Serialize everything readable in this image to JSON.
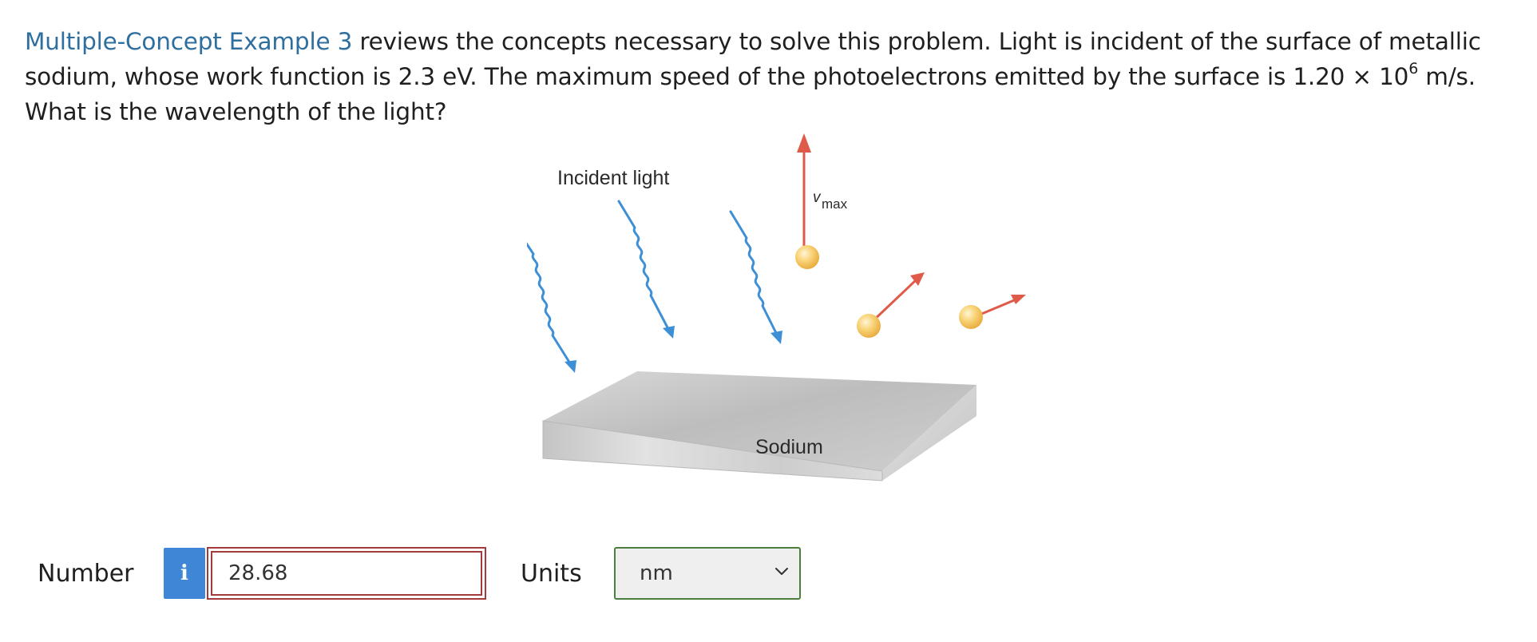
{
  "question": {
    "link_text": "Multiple-Concept Example 3",
    "text_part1": " reviews the concepts necessary to solve this problem. Light is incident of the surface of metallic sodium, whose work function is 2.3 eV. The maximum speed of the photoelectrons emitted by the surface is 1.20 × 10",
    "exponent": "6",
    "text_part2": " m/s. What is the wavelength of the light?"
  },
  "figure": {
    "incident_label": "Incident light",
    "vmax_label_v": "v",
    "vmax_label_sub": "max",
    "surface_label": "Sodium",
    "colors": {
      "light_wave": "#3d8fd6",
      "velocity_arrow": "#e05a4a",
      "electron": "#f7c85a",
      "slab_top": "#c9c9c9",
      "slab_side": "#d8d8d8"
    }
  },
  "answer": {
    "number_label": "Number",
    "info_icon": "i",
    "number_value": "28.68",
    "units_label": "Units",
    "units_value": "nm"
  }
}
